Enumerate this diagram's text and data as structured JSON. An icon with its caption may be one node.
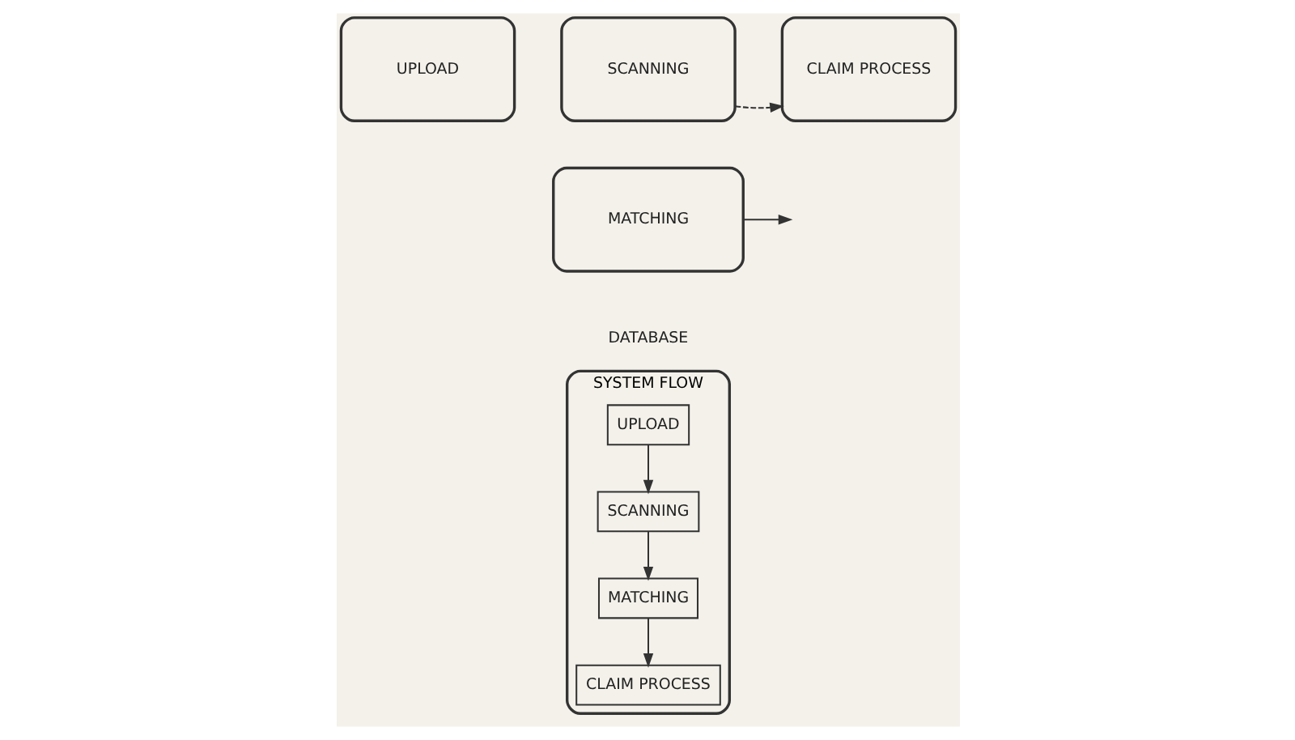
{
  "diagram": {
    "nodes": [
      {
        "text": [
          "UPLOAD"
        ]
      },
      {
        "text": [
          "SCANNING"
        ]
      },
      {
        "text": [
          "CLAIM PROCESS"
        ]
      },
      {
        "text": [
          "MATCHING"
        ]
      },
      {
        "text": [
          "SYSTEM FLOW"
        ]
      },
      {
        "text": [
          "UPLOAD"
        ],
        "in": 4
      },
      {
        "text": [
          "SCANNING"
        ],
        "in": 4
      },
      {
        "text": [
          "MATCHING"
        ],
        "in": 4
      },
      {
        "text": [
          "CLAIM PROCESS"
        ],
        "in": 4
      }
    ],
    "edges": [
      {
        "from": 1,
        "to": 2,
        "arrow": "to",
        "style": "dashed"
      },
      {
        "from": 3,
        "to": null,
        "arrow": "to"
      },
      {
        "from": 5,
        "to": 6,
        "arrow": "to"
      },
      {
        "from": 6,
        "to": 7,
        "arrow": "to"
      },
      {
        "from": 7,
        "to": 8,
        "arrow": "to"
      }
    ],
    "labels": [
      "DATABASE"
    ]
  }
}
